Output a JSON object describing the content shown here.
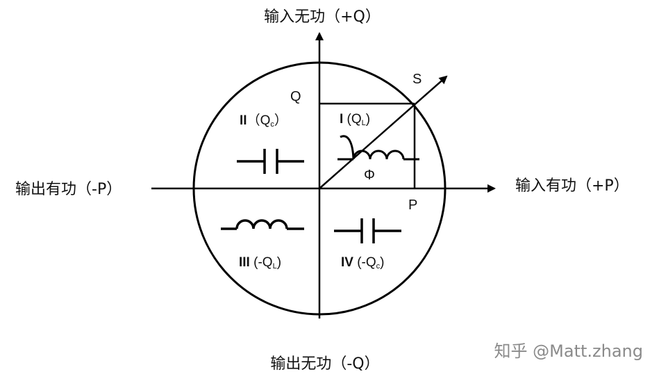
{
  "axes": {
    "top": "输入无功（+Q）",
    "bottom": "输出无功（-Q）",
    "left": "输出有功（-P）",
    "right": "输入有功（+P）"
  },
  "points": {
    "s": "S",
    "q": "Q",
    "p": "P",
    "phi": "Φ"
  },
  "quadrants": {
    "q1": {
      "numeral": "I",
      "open": " (Q",
      "sub": "L",
      "close": ")"
    },
    "q2": {
      "numeral": "II",
      "open": "（Q",
      "sub": "c",
      "close": "）"
    },
    "q3": {
      "numeral": "III",
      "open": " (-Q",
      "sub": "L",
      "close": ")"
    },
    "q4": {
      "numeral": "IV",
      "open": " (-Q",
      "sub": "c",
      "close": ")"
    }
  },
  "watermark": "知乎 @Matt.zhang"
}
